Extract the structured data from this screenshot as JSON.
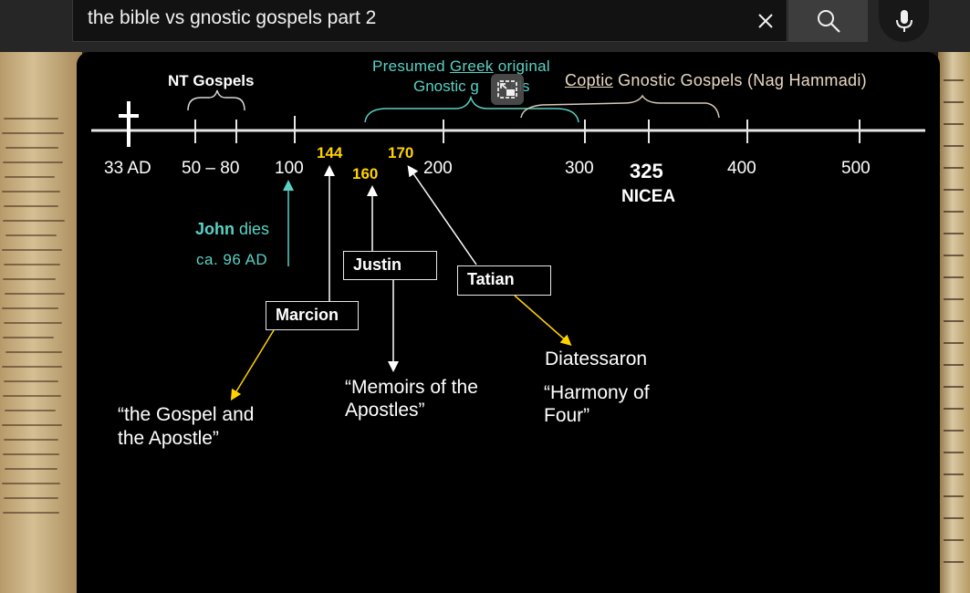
{
  "search": {
    "query": "the bible vs gnostic gospels part 2",
    "clear_icon": "close-icon",
    "search_icon": "search-icon",
    "mic_icon": "microphone-icon"
  },
  "slide": {
    "headers": {
      "nt_gospels": "NT Gospels",
      "presumed_line1_pre": "Presumed ",
      "presumed_line1_greek": "Greek",
      "presumed_line1_post": " original",
      "gnostic_pre": "Gnostic g",
      "gnostic_post": "els",
      "coptic_word": "Coptic",
      "coptic_rest": " Gnostic Gospels (Nag Hammadi)"
    },
    "ticks": {
      "t33": "33 AD",
      "t50": "50 – 80",
      "t100": "100",
      "t200": "200",
      "t300": "300",
      "t325": "325",
      "nicea": "NICEA",
      "t400": "400",
      "t500": "500"
    },
    "years": {
      "y144": "144",
      "y160": "160",
      "y170": "170"
    },
    "john": {
      "line1a": "John",
      "line1b": " dies",
      "line2": "ca. 96 AD"
    },
    "boxes": {
      "marcion": "Marcion",
      "justin": "Justin",
      "tatian": "Tatian"
    },
    "results": {
      "gospel_apostle_1": "“the Gospel and",
      "gospel_apostle_2": "the Apostle”",
      "memoirs_1": "“Memoirs of the",
      "memoirs_2": "Apostles”",
      "diatessaron": "Diatessaron",
      "harmony_1": "“Harmony of",
      "harmony_2": "Four”"
    },
    "overlay_icon": "exit-picture-in-picture-icon"
  },
  "colors": {
    "accent_yellow": "#ffd200",
    "accent_teal": "#58d2c5",
    "slide_bg": "#000000"
  }
}
